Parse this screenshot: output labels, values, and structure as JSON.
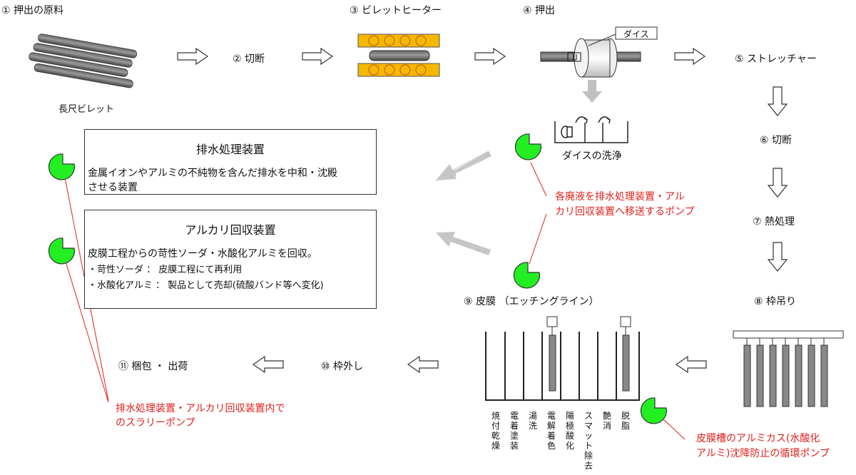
{
  "steps": {
    "s1": "① 押出の原料",
    "s1_sub": "長尺ビレット",
    "s2": "② 切断",
    "s3": "③ ビレットヒーター",
    "s4": "④ 押出",
    "s4_die": "ダイス",
    "die_wash": "ダイスの洗浄",
    "s5": "⑤ ストレッチャー",
    "s6": "⑥ 切断",
    "s7": "⑦ 熱処理",
    "s8": "⑧ 枠吊り",
    "s9": "⑨ 皮膜 （エッチングライン）",
    "s10": "⑩ 枠外し",
    "s11": "⑪ 梱包 ・ 出荷"
  },
  "wastewater": {
    "title": "排水処理装置",
    "line1": "金属イオンやアルミの不純物を含んだ排水を中和・沈殿",
    "line2": "させる装置"
  },
  "alkali": {
    "title": "アルカリ回収装置",
    "line1": "皮膜工程からの苛性ソーダ・水酸化アルミを回収。",
    "line2": "・苛性ソーダ ： 皮膜工程にて再利用",
    "line3": "・水酸化アルミ ： 製品として売却(硫酸バンド等へ変化)"
  },
  "notes": {
    "transfer_1": "各廃液を排水処理装置・アル",
    "transfer_2": "カリ回収装置へ移送するポンプ",
    "slurry_1": "排水処理装置・アルカリ回収装置内で",
    "slurry_2": "のスラリーポンプ",
    "circ_1": "皮膜槽のアルミカス(水酸化",
    "circ_2": "アルミ)沈降防止の循環ポンプ"
  },
  "tanks": [
    "焼付乾燥",
    "電着塗装",
    "湯洗",
    "電解着色",
    "陽極酸化",
    "スマット除去",
    "艶消",
    "脱脂"
  ],
  "colors": {
    "pump": "#22ee22",
    "note_red": "#e0201c",
    "heater": "#f5b800",
    "arrow_gray": "#c0c0c0"
  }
}
